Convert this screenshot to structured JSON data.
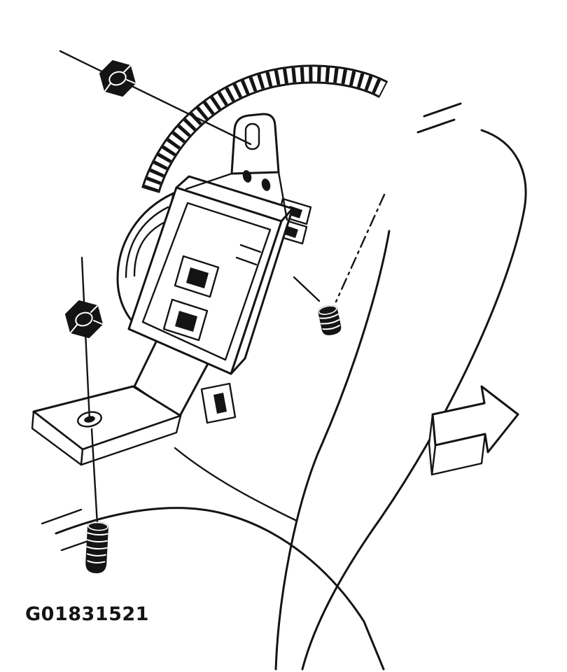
{
  "figure": {
    "id": "G01831521"
  },
  "colors": {
    "line": "#141414",
    "background": "#ffffff"
  },
  "parts": [
    "corrugated-wire-loom",
    "hex-nut-upper",
    "hex-nut-lower",
    "threaded-stud-lower",
    "threaded-stud-right",
    "control-module",
    "mounting-bracket",
    "bracket-foot-plate",
    "vehicle-body-panel",
    "wheel-arch",
    "forward-direction-arrow"
  ]
}
